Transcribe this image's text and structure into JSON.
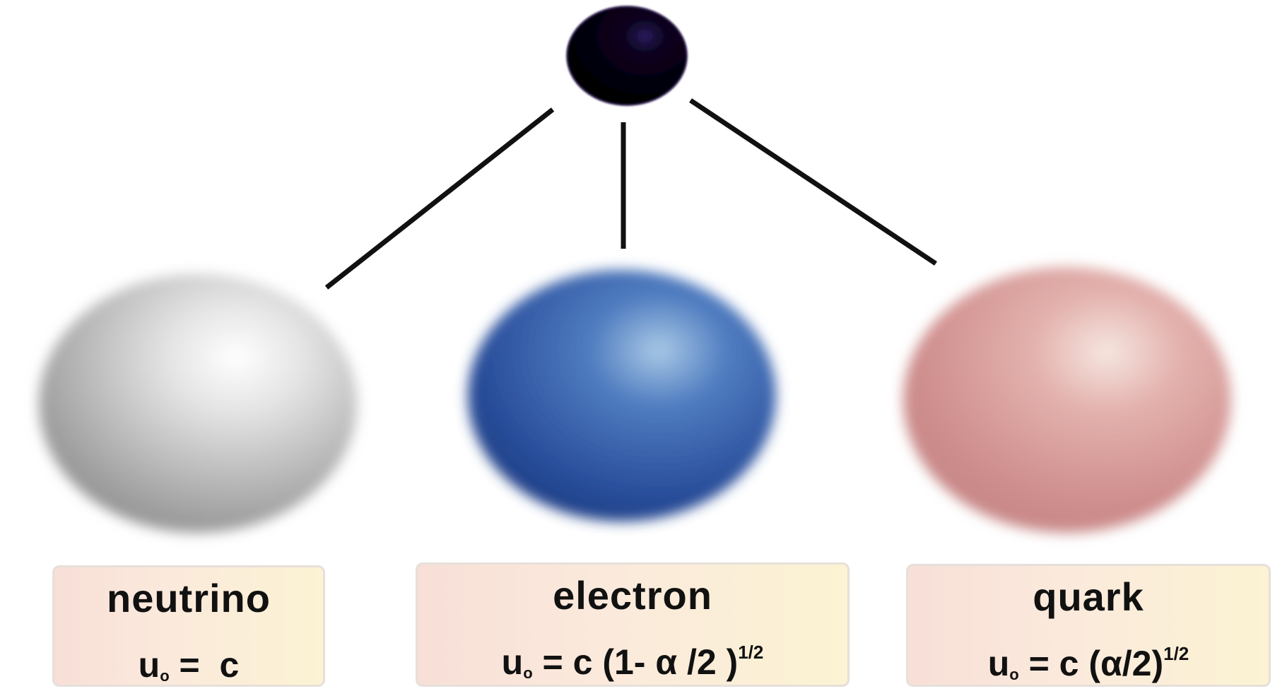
{
  "diagram": {
    "nodes": [
      {
        "id": "root",
        "color": "#000000"
      },
      {
        "id": "neutrino",
        "color": "#b8b8b8",
        "name": "neutrino",
        "formula": {
          "var": "u",
          "sub": "o",
          "rhs": " =  c",
          "sup": ""
        }
      },
      {
        "id": "electron",
        "color": "#2f5aa8",
        "name": "electron",
        "formula": {
          "var": "u",
          "sub": "o",
          "rhs": " = c (1- α /2 )",
          "sup": "1/2"
        }
      },
      {
        "id": "quark",
        "color": "#d99a98",
        "name": "quark",
        "formula": {
          "var": "u",
          "sub": "o",
          "rhs": " = c (α/2)",
          "sup": "1/2"
        }
      }
    ],
    "edges": [
      {
        "from": "root",
        "to": "neutrino"
      },
      {
        "from": "root",
        "to": "electron"
      },
      {
        "from": "root",
        "to": "quark"
      }
    ]
  }
}
